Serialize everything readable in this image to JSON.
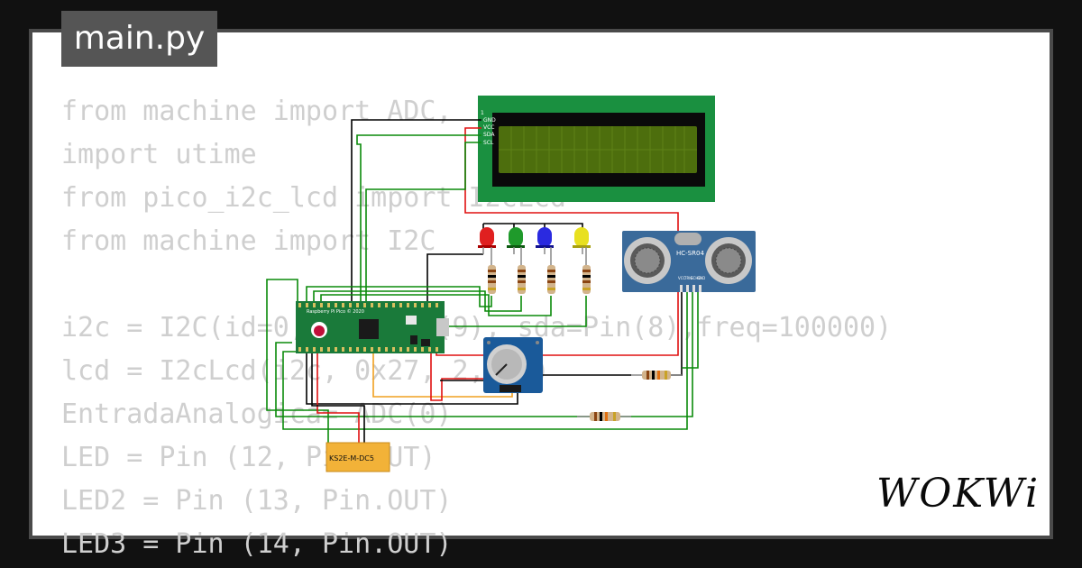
{
  "file_tab": {
    "label": "main.py"
  },
  "code_lines": [
    "from machine import ADC,",
    "import utime",
    "from pico_i2c_lcd import I2cLcd",
    "from machine import I2C",
    "",
    "i2c = I2C(id=0, scl=Pin(9), sda=Pin(8),freq=100000)",
    "lcd = I2cLcd(i2c, 0x27, 2, 16)",
    "EntradaAnalogica= ADC(0)",
    "LED = Pin (12, Pin.OUT)",
    "LED2 = Pin (13, Pin.OUT)",
    "LED3 = Pin (14, Pin.OUT)"
  ],
  "lcd": {
    "pins": [
      "1",
      "GND",
      "VCC",
      "SDA",
      "SCL"
    ]
  },
  "pico": {
    "board_label": "Raspberry Pi Pico © 2020"
  },
  "ultrasonic": {
    "model": "HC-SR04",
    "pins": [
      "VCC",
      "TRIG",
      "ECHO",
      "GND"
    ]
  },
  "relay": {
    "label": "KS2E-M-DC5"
  },
  "led_colors": [
    "#e02020",
    "#1f9a2b",
    "#2a2ae0",
    "#e8e020"
  ],
  "brand": {
    "label": "WOKWi"
  }
}
